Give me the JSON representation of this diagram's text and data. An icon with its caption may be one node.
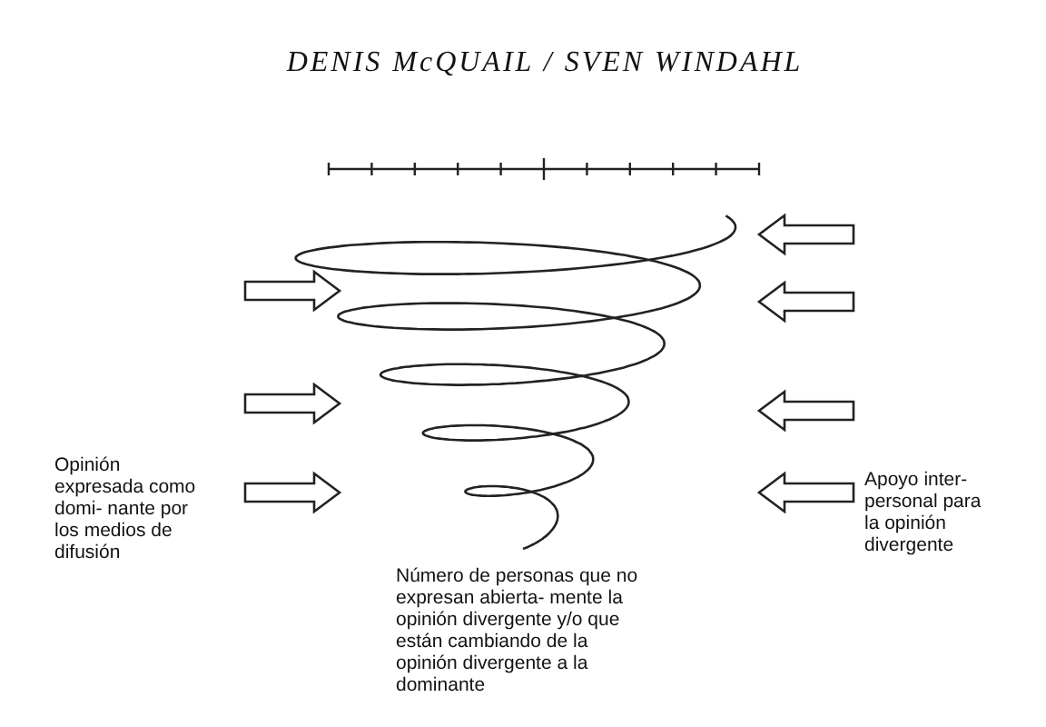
{
  "diagram": {
    "title": "DENIS McQUAIL / SVEN WINDAHL",
    "labels": [
      "Opinión expresada como domi- nante por los medios de difusión",
      "Apoyo inter- personal para la opinión divergente",
      "Número de personas que no expresan abierta- mente la opinión divergente y/o que están cambiando de la opinión divergente a la dominante"
    ]
  }
}
